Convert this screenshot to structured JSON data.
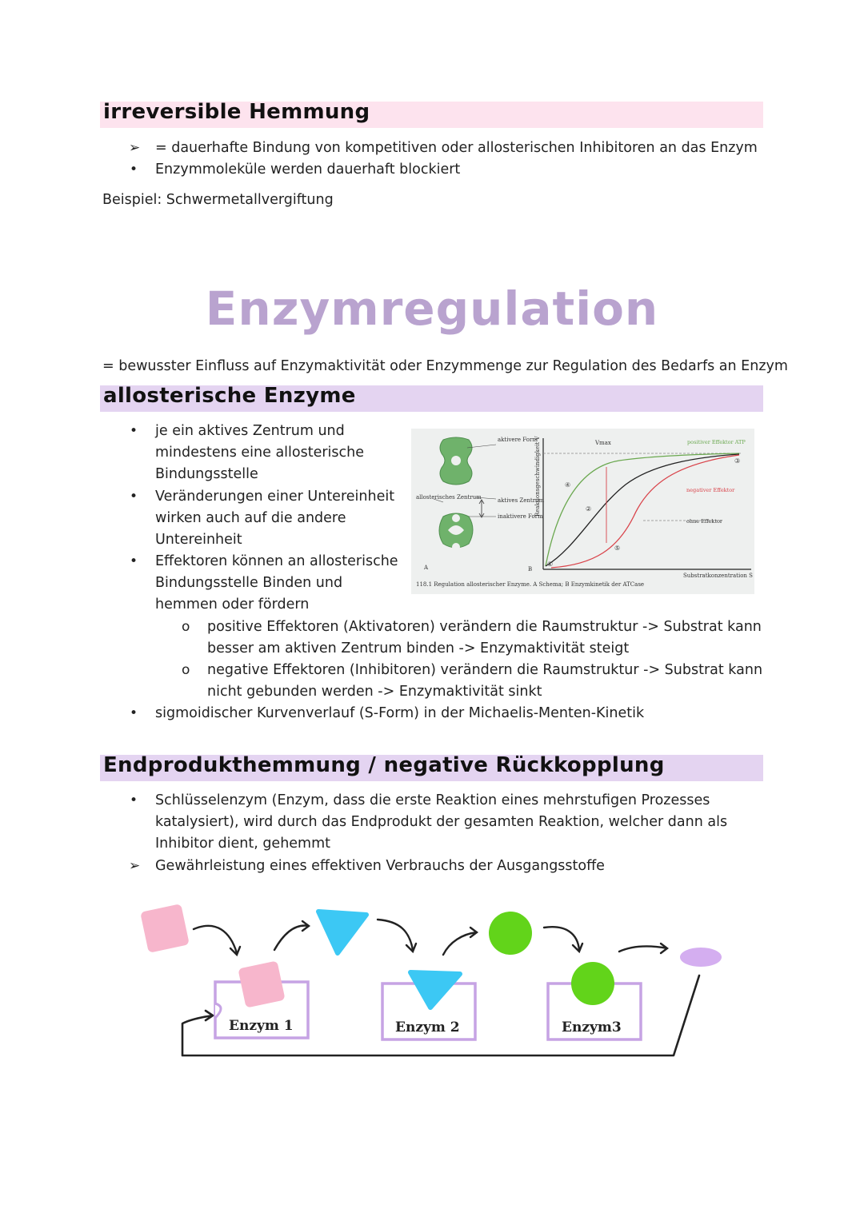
{
  "section1": {
    "heading": "irreversible Hemmung",
    "items": [
      {
        "marker": "➢",
        "text": "= dauerhafte Bindung von kompetitiven oder allosterischen Inhibitoren an das Enzym"
      },
      {
        "marker": "•",
        "text": "Enzymmoleküle werden dauerhaft blockiert"
      }
    ],
    "example": "Beispiel: Schwermetallvergiftung"
  },
  "title": "Enzymregulation",
  "definition": "= bewusster Einfluss auf Enzymaktivität oder Enzymmenge zur Regulation des Bedarfs an Enzym",
  "section2": {
    "heading": "allosterische Enzyme",
    "items": [
      {
        "lines": [
          "je ein aktives Zentrum und",
          "mindestens eine allosterische",
          "Bindungsstelle"
        ]
      },
      {
        "lines": [
          "Veränderungen einer Untereinheit",
          "wirken auch auf die andere",
          "Untereinheit"
        ]
      },
      {
        "lines": [
          "Effektoren können an allosterische",
          "Bindungsstelle Binden und",
          "hemmen oder fördern"
        ]
      }
    ],
    "subitems": [
      {
        "marker": "o",
        "lines": [
          "positive Effektoren (Aktivatoren) verändern die Raumstruktur -> Substrat kann",
          "besser am aktiven Zentrum binden -> Enzymaktivität steigt"
        ]
      },
      {
        "marker": "o",
        "lines": [
          "negative Effektoren (Inhibitoren) verändern die Raumstruktur -> Substrat kann",
          "nicht gebunden werden -> Enzymaktivität sinkt"
        ]
      }
    ],
    "last_item": "sigmoidischer Kurvenverlauf (S-Form) in der Michaelis-Menten-Kinetik",
    "figure": {
      "label_active": "aktivere Form",
      "label_inactive": "inaktivere Form",
      "label_allosteric": "allosterisches Zentrum",
      "label_active_center": "aktives Zentrum",
      "label_a": "A",
      "label_b": "B",
      "y_axis": "Reaktionsgeschwindigkeit V",
      "x_axis": "Substratkonzentration S",
      "vmax": "Vmax",
      "pos_effector": "positiver Effektor ATP",
      "neg_effector": "negativer Effektor",
      "no_effector": "ohne Effektor",
      "markers": [
        "①",
        "②",
        "③",
        "④",
        "⑤"
      ],
      "caption": "118.1 Regulation allosterischer Enzyme. A Schema; B Enzymkinetik der ATCase",
      "colors": {
        "positive": "#6aa84f",
        "negative": "#d9434a",
        "none": "#222222",
        "enzyme": "#6fb26b"
      }
    }
  },
  "section3": {
    "heading": "Endprodukthemmung / negative Rückkopplung",
    "items": [
      {
        "marker": "•",
        "lines": [
          "Schlüsselenzym (Enzym, dass die erste Reaktion eines mehrstufigen Prozesses",
          "katalysiert), wird durch das Endprodukt der gesamten Reaktion, welcher dann als",
          "Inhibitor dient, gehemmt"
        ]
      },
      {
        "marker": "➢",
        "lines": [
          "Gewährleistung eines effektiven Verbrauchs der Ausgangsstoffe"
        ]
      }
    ],
    "diagram": {
      "enzymes": [
        "Enzym 1",
        "Enzym 2",
        "Enzym3"
      ],
      "colors": {
        "square": "#f7b6cc",
        "triangle": "#3cc8f4",
        "circle": "#62d41a",
        "ellipse": "#d4aef0",
        "box": "#c6a3e4"
      }
    }
  },
  "colors": {
    "pink_bar": "#fde3ee",
    "purple_bar": "#e4d4f1",
    "title": "#b9a3cf"
  }
}
